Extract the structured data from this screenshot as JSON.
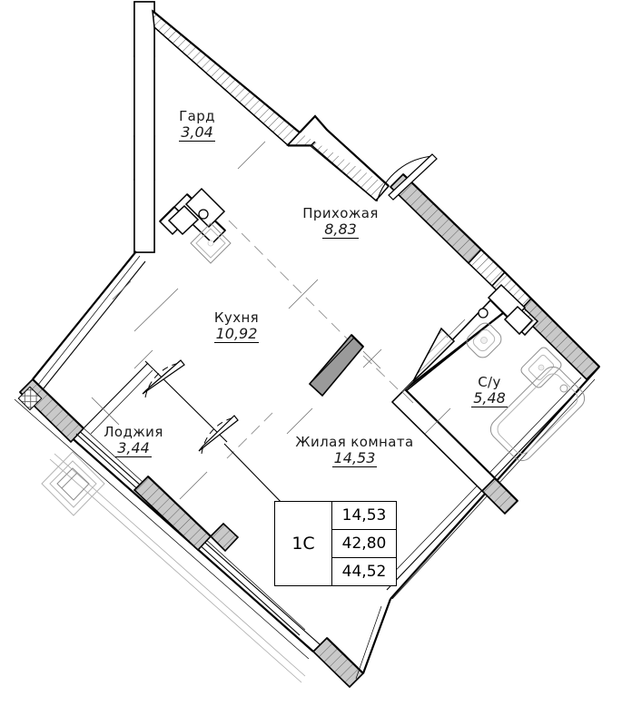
{
  "plan": {
    "type": "apartment-floor-plan",
    "orientation_note": "plan rotated ~45 degrees",
    "rooms": [
      {
        "key": "gard",
        "name": "Гард",
        "area": "3,04"
      },
      {
        "key": "prih",
        "name": "Прихожая",
        "area": "8,83"
      },
      {
        "key": "kuhnya",
        "name": "Кухня",
        "area": "10,92"
      },
      {
        "key": "loggia",
        "name": "Лоджия",
        "area": "3,44"
      },
      {
        "key": "living",
        "name": "Жилая комната",
        "area": "14,53"
      },
      {
        "key": "su",
        "name": "С/у",
        "area": "5,48"
      }
    ]
  },
  "spec_table": {
    "apartment_type": "1С",
    "rows": [
      {
        "value": "14,53"
      },
      {
        "value": "42,80"
      },
      {
        "value": "44,52"
      }
    ]
  },
  "colors": {
    "line": "#000000",
    "wall_fill_gray": "#c9c9c9",
    "fixture_gray": "#9a9a9a",
    "background": "#ffffff"
  }
}
